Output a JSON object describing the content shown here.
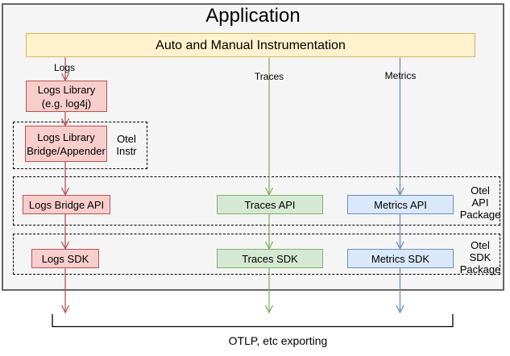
{
  "diagram": {
    "title": "Application",
    "instrumentation_label": "Auto and Manual Instrumentation"
  },
  "signals": {
    "logs": "Logs",
    "traces": "Traces",
    "metrics": "Metrics"
  },
  "nodes": {
    "logs_library": {
      "line1": "Logs Library",
      "line2": "(e.g. log4j)"
    },
    "logs_bridge_appender": {
      "line1": "Logs Library",
      "line2": "Bridge/Appender"
    },
    "logs_bridge_api": {
      "label": "Logs Bridge API"
    },
    "traces_api": {
      "label": "Traces API"
    },
    "metrics_api": {
      "label": "Metrics API"
    },
    "logs_sdk": {
      "label": "Logs SDK"
    },
    "traces_sdk": {
      "label": "Traces SDK"
    },
    "metrics_sdk": {
      "label": "Metrics SDK"
    }
  },
  "groups": {
    "otel_instr": {
      "line1": "Otel",
      "line2": "Instr"
    },
    "otel_api_package": {
      "line1": "Otel",
      "line2": "API",
      "line3": "Package"
    },
    "otel_sdk_package": {
      "line1": "Otel",
      "line2": "SDK",
      "line3": "Package"
    }
  },
  "footer": {
    "exporting_label": "OTLP, etc exporting"
  },
  "colors": {
    "frame-fill": "#f5f5f5",
    "frame-stroke": "#666666",
    "yellow-fill": "#fff2cc",
    "yellow-stroke": "#d6b656",
    "red-fill": "#f8cecc",
    "red-stroke": "#b85450",
    "green-fill": "#d5e8d4",
    "green-stroke": "#82b366",
    "blue-fill": "#dae8fc",
    "blue-stroke": "#6c8ebf",
    "text": "#000000",
    "line": "#000000"
  }
}
